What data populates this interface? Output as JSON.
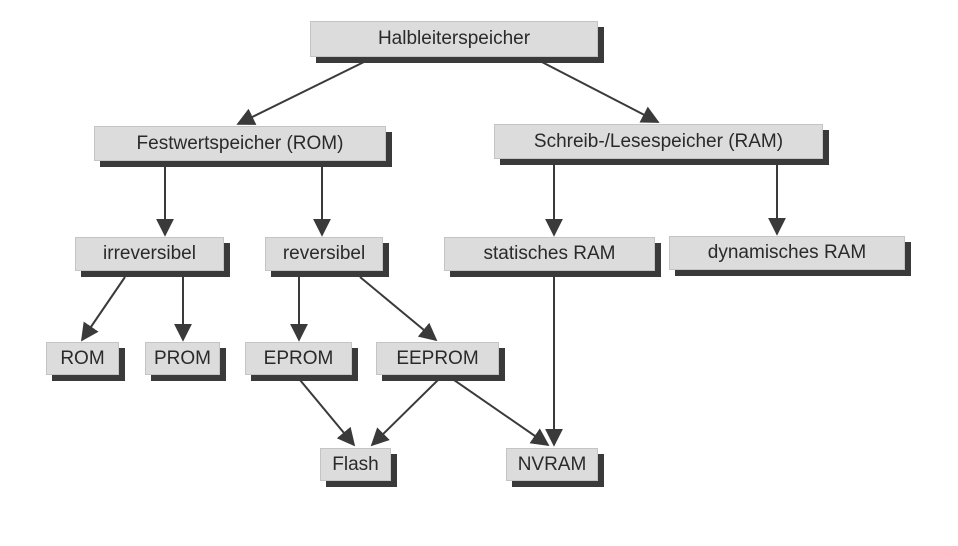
{
  "diagram": {
    "nodes": {
      "root": "Halbleiterspeicher",
      "rom": "Festwertspeicher (ROM)",
      "ram": "Schreib-/Lesespeicher (RAM)",
      "irreversibel": "irreversibel",
      "reversibel": "reversibel",
      "sram": "statisches RAM",
      "dram": "dynamisches RAM",
      "rom_leaf": "ROM",
      "prom": "PROM",
      "eprom": "EPROM",
      "eeprom": "EEPROM",
      "flash": "Flash",
      "nvram": "NVRAM"
    },
    "edges": [
      {
        "from": "root",
        "to": "rom"
      },
      {
        "from": "root",
        "to": "ram"
      },
      {
        "from": "rom",
        "to": "irreversibel"
      },
      {
        "from": "rom",
        "to": "reversibel"
      },
      {
        "from": "ram",
        "to": "sram"
      },
      {
        "from": "ram",
        "to": "dram"
      },
      {
        "from": "irreversibel",
        "to": "rom_leaf"
      },
      {
        "from": "irreversibel",
        "to": "prom"
      },
      {
        "from": "reversibel",
        "to": "eprom"
      },
      {
        "from": "reversibel",
        "to": "eeprom"
      },
      {
        "from": "eprom",
        "to": "flash"
      },
      {
        "from": "eeprom",
        "to": "flash"
      },
      {
        "from": "eeprom",
        "to": "nvram"
      },
      {
        "from": "sram",
        "to": "nvram"
      }
    ],
    "colors": {
      "box_fill": "#dcdcdc",
      "box_shadow": "#3a3a3a",
      "line": "#3a3a3a",
      "text": "#2a2a2a"
    }
  }
}
